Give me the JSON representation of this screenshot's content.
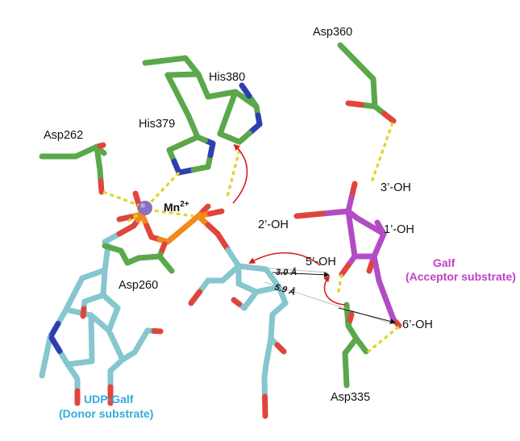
{
  "labels": {
    "asp360": "Asp360",
    "his380": "His380",
    "his379": "His379",
    "asp262": "Asp262",
    "mn_base": "Mn",
    "mn_charge": "2+",
    "oh3": "3’-OH",
    "oh2": "2’-OH",
    "oh1": "1’-OH",
    "oh5": "5’-OH",
    "oh6": "6’-OH",
    "galf_title": "Galf",
    "galf_sub": "(Acceptor substrate)",
    "dist_30": "3.0 Å",
    "dist_59": "5.9 Å",
    "asp260": "Asp260",
    "asp335": "Asp335",
    "udp_title": "UDP-Galf",
    "udp_sub": "(Donor substrate)"
  },
  "colors": {
    "residue_carbon": "#5aa84a",
    "oxygen": "#e0453d",
    "nitrogen": "#2e3fb0",
    "phosphorus": "#f08a1c",
    "donor_carbon": "#86c6cf",
    "acceptor_carbon": "#b24cc4",
    "manganese": "#8c6fc0",
    "hbond": "#e0d52a",
    "arrow": "#dd1b1b",
    "galf_text": "#c040c8",
    "udp_text": "#33aadd"
  }
}
